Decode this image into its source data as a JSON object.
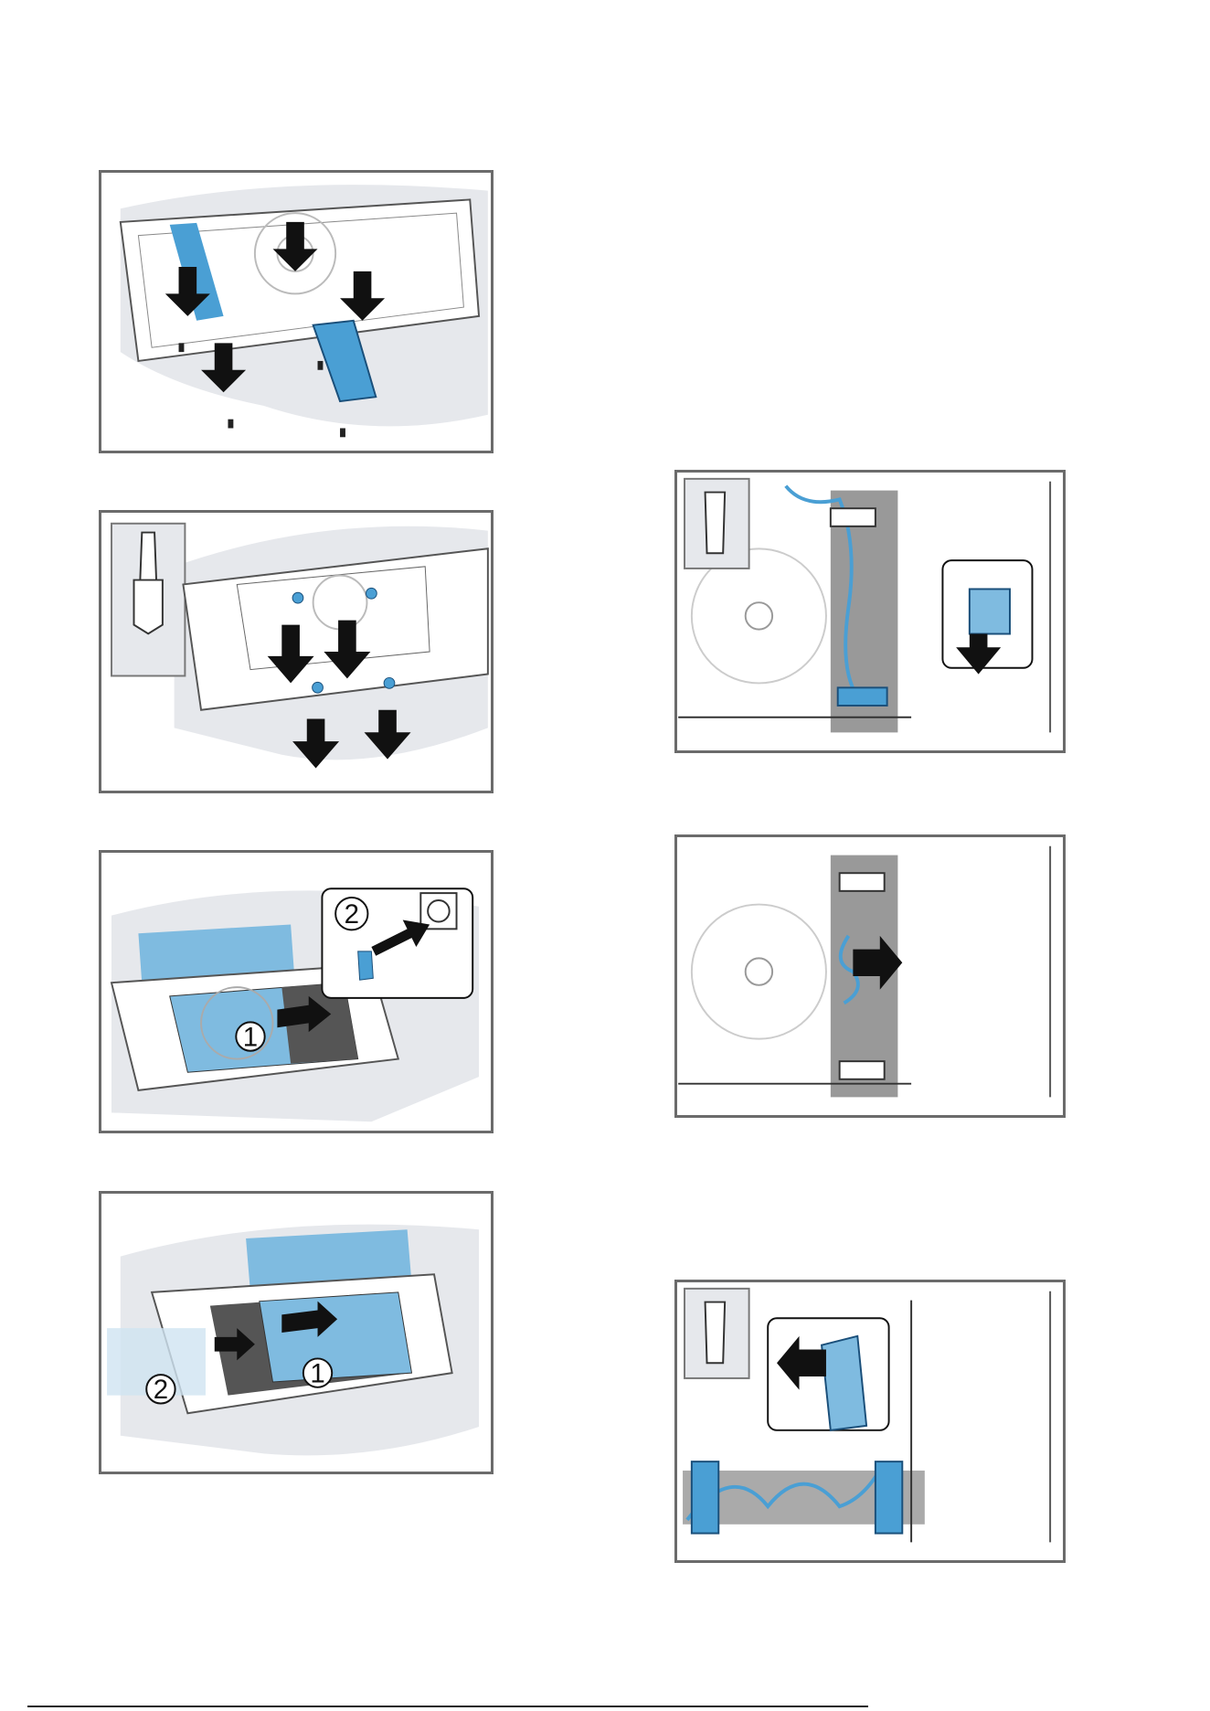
{
  "figures": [
    {
      "id": "remove-cover-screws"
    },
    {
      "id": "remove-filter-screws"
    },
    {
      "id": "slide-unit-unplug",
      "callouts": [
        "1",
        "2"
      ]
    },
    {
      "id": "slide-unit-duct",
      "callouts": [
        "1",
        "2"
      ]
    },
    {
      "id": "bracket-screw-top"
    },
    {
      "id": "pull-cable-out"
    },
    {
      "id": "bracket-screw-bottom"
    }
  ],
  "colors": {
    "accent": "#4a9fd4",
    "frame": "#6b6b6b",
    "backdrop": "#e6e8ec",
    "arrow": "#111111"
  }
}
